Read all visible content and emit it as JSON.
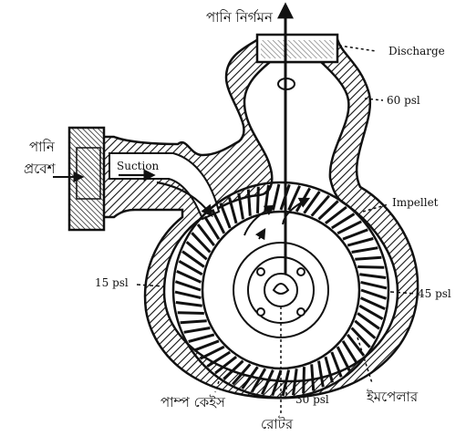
{
  "labels": {
    "water_outlet": "পানি নির্গমন",
    "discharge": "Discharge",
    "psi_60": "60 psl",
    "water_inlet_1": "পানি",
    "water_inlet_2": "প্রবেশ",
    "suction": "Suction",
    "impeller_en": "Impellet",
    "psi_15": "15 psl",
    "psi_45": "45 psl",
    "psi_30": "30 psl",
    "pump_casing": "পাম্প কেইস",
    "impeller_bn": "ইমপেলার",
    "rotor": "রোটর"
  },
  "colors": {
    "ink": "#111111",
    "paper": "#ffffff"
  }
}
